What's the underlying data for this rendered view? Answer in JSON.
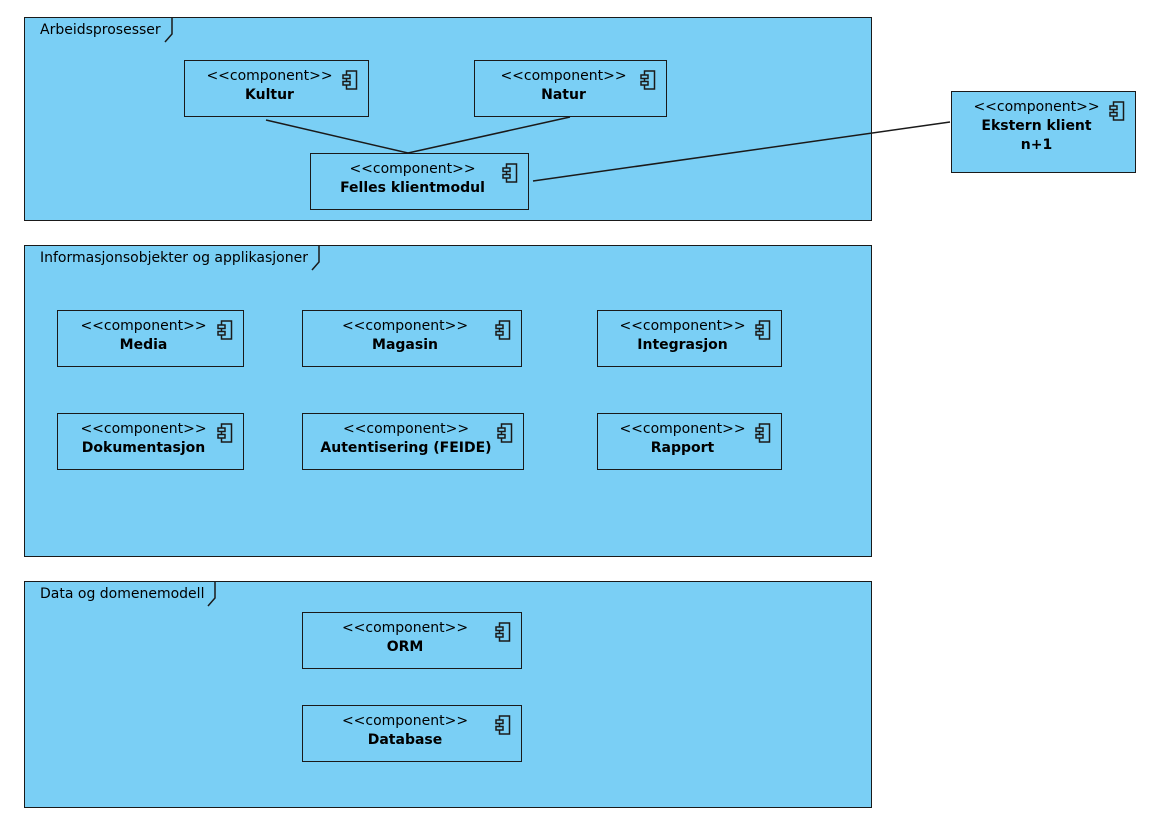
{
  "stereotype": "<<component>>",
  "frames": {
    "arbeid": "Arbeidsprosesser",
    "info": "Informasjonsobjekter og applikasjoner",
    "data": "Data og domenemodell"
  },
  "components": {
    "kultur": "Kultur",
    "natur": "Natur",
    "felles": "Felles klientmodul",
    "ekstern_line1": "Ekstern klient",
    "ekstern_line2": "n+1",
    "media": "Media",
    "magasin": "Magasin",
    "integrasjon": "Integrasjon",
    "dokumentasjon": "Dokumentasjon",
    "autentisering": "Autentisering (FEIDE)",
    "rapport": "Rapport",
    "orm": "ORM",
    "database": "Database"
  },
  "icon": "component-icon",
  "colors": {
    "fill": "#7acff5",
    "stroke": "#1a1a1a"
  }
}
